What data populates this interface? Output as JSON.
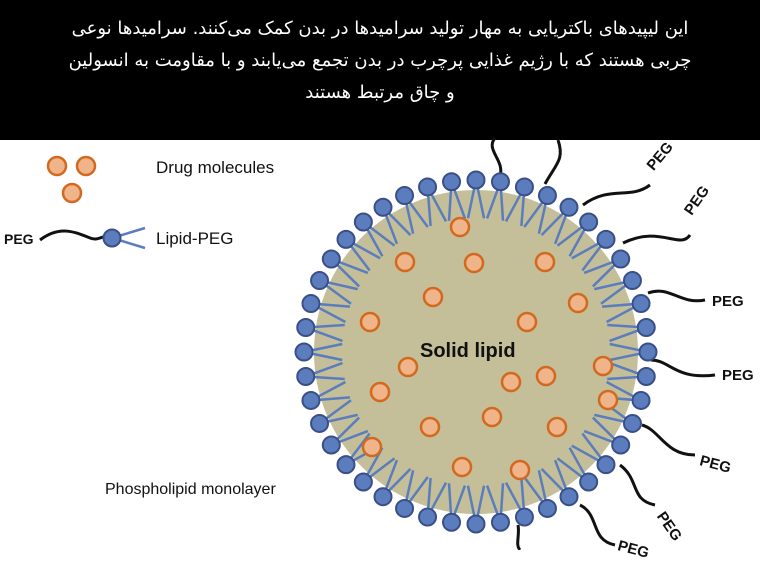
{
  "caption": {
    "lines": [
      "این لیپیدهای باکتریایی به مهار تولید سرامیدها در بدن کمک می‌کنند. سرامیدها نوعی",
      "چربی هستند که با رژیم غذایی پرچرب در بدن تجمع می‌یابند و با مقاومت به انسولین",
      "و چاق مرتبط هستند"
    ]
  },
  "legend": {
    "drug_label": "Drug molecules",
    "lipid_peg_label": "Lipid-PEG",
    "peg_label": "PEG"
  },
  "diagram": {
    "core_label": "Solid lipid",
    "monolayer_label": "Phospholipid monolayer",
    "peg_label": "PEG",
    "colors": {
      "core": "#c4bf98",
      "head": "#5b7dbd",
      "head_stroke": "#3a4f86",
      "drug_fill": "#f0b48a",
      "drug_stroke": "#d2691e",
      "band": "#000000"
    }
  }
}
